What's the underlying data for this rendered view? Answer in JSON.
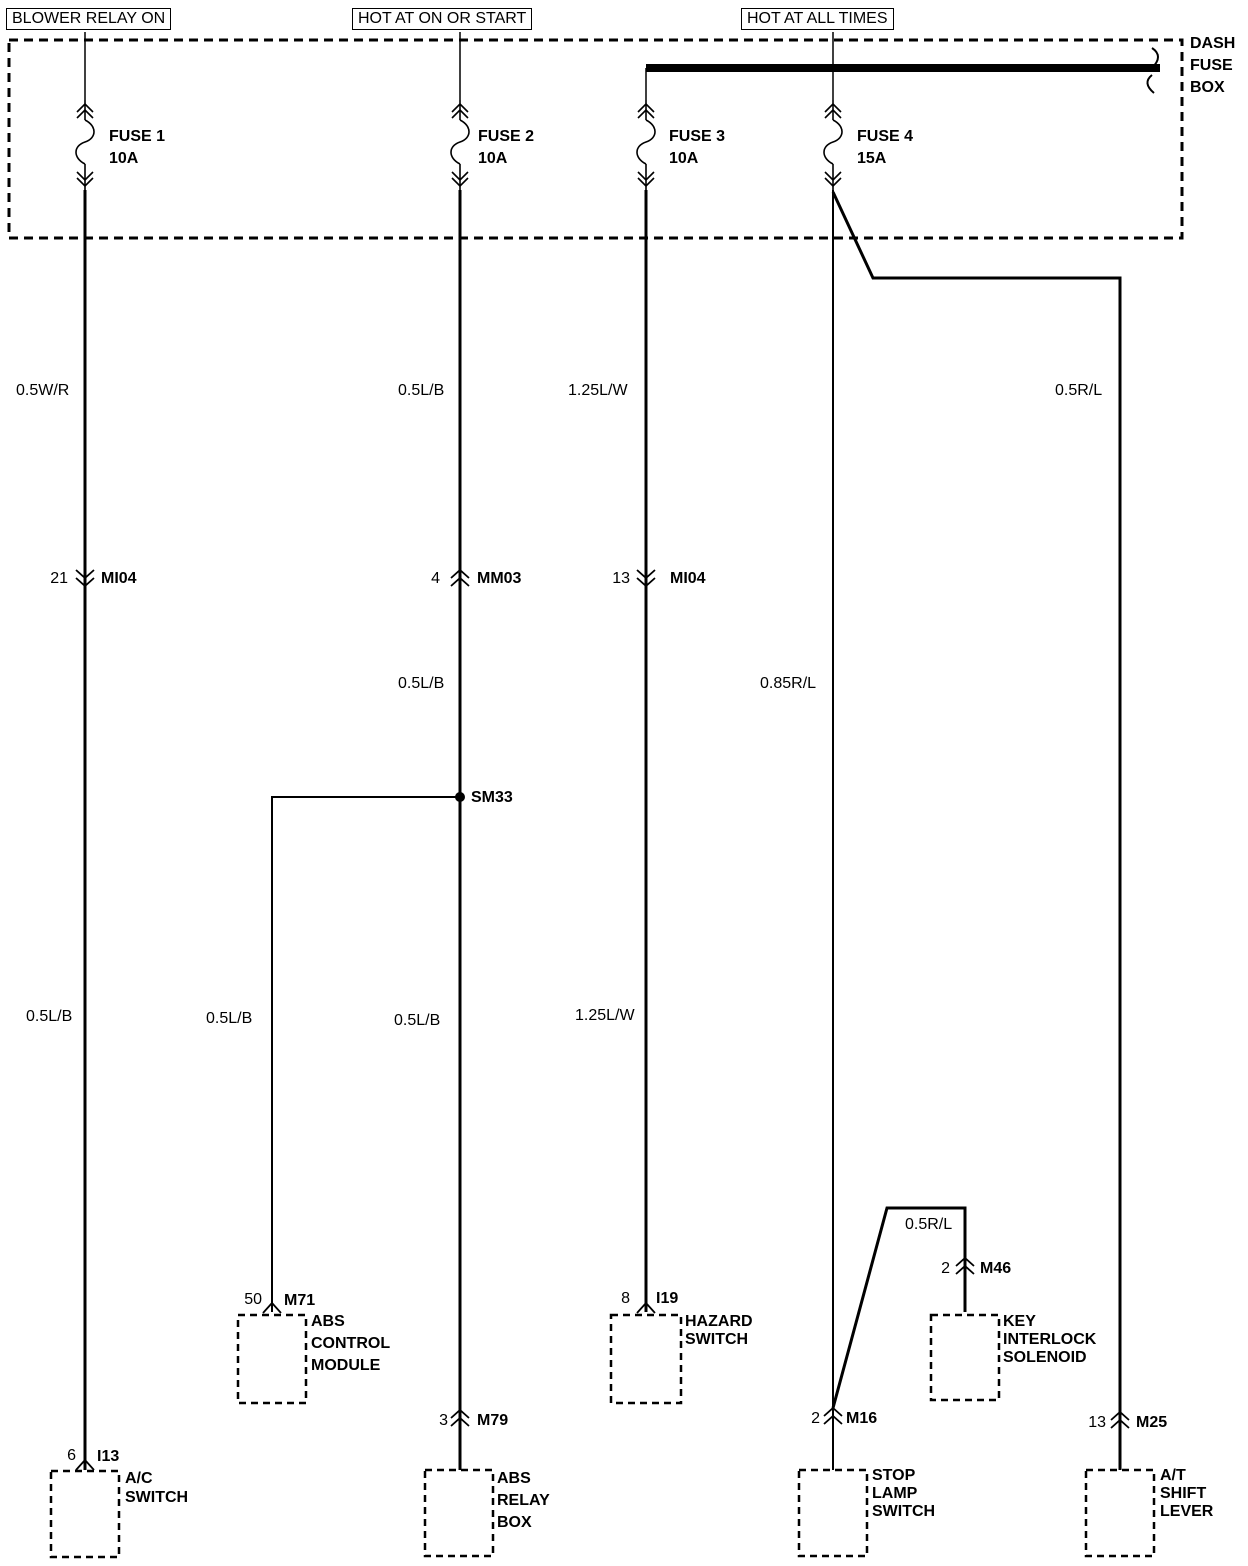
{
  "power_sources": {
    "blower": "BLOWER RELAY ON",
    "ignition": "HOT AT ON OR START",
    "battery": "HOT AT ALL TIMES"
  },
  "fuse_box": {
    "line1": "DASH",
    "line2": "FUSE",
    "line3": "BOX"
  },
  "fuses": [
    {
      "name": "FUSE 1",
      "rating": "10A"
    },
    {
      "name": "FUSE 2",
      "rating": "10A"
    },
    {
      "name": "FUSE 3",
      "rating": "10A"
    },
    {
      "name": "FUSE 4",
      "rating": "15A"
    }
  ],
  "wires": {
    "w1_top": "0.5W/R",
    "w2_top": "0.5L/B",
    "w3_top": "1.25L/W",
    "w6_top": "0.5R/L",
    "w2_mid": "0.5L/B",
    "w4_mid": "0.85R/L",
    "w1_bot": "0.5L/B",
    "w_abs_module": "0.5L/B",
    "w2_bot": "0.5L/B",
    "w3_bot": "1.25L/W",
    "w_key": "0.5R/L"
  },
  "connectors": {
    "c1": {
      "pin": "21",
      "id": "MI04"
    },
    "c2": {
      "pin": "4",
      "id": "MM03"
    },
    "c3": {
      "pin": "13",
      "id": "MI04"
    },
    "splice": "SM33",
    "m71": {
      "pin": "50",
      "id": "M71"
    },
    "i19": {
      "pin": "8",
      "id": "I19"
    },
    "m46": {
      "pin": "2",
      "id": "M46"
    },
    "m79": {
      "pin": "3",
      "id": "M79"
    },
    "m16": {
      "pin": "2",
      "id": "M16"
    },
    "m25": {
      "pin": "13",
      "id": "M25"
    },
    "i13": {
      "pin": "6",
      "id": "I13"
    }
  },
  "components": {
    "abs_module": {
      "line1": "ABS",
      "line2": "CONTROL",
      "line3": "MODULE"
    },
    "hazard": {
      "line1": "HAZARD",
      "line2": "SWITCH"
    },
    "key_interlock": {
      "line1": "KEY",
      "line2": "INTERLOCK",
      "line3": "SOLENOID"
    },
    "abs_relay": {
      "line1": "ABS",
      "line2": "RELAY",
      "line3": "BOX"
    },
    "ac_switch": {
      "line1": "A/C",
      "line2": "SWITCH"
    },
    "stop_lamp": {
      "line1": "STOP",
      "line2": "LAMP",
      "line3": "SWITCH"
    },
    "at_shift": {
      "line1": "A/T",
      "line2": "SHIFT",
      "line3": "LEVER"
    }
  }
}
